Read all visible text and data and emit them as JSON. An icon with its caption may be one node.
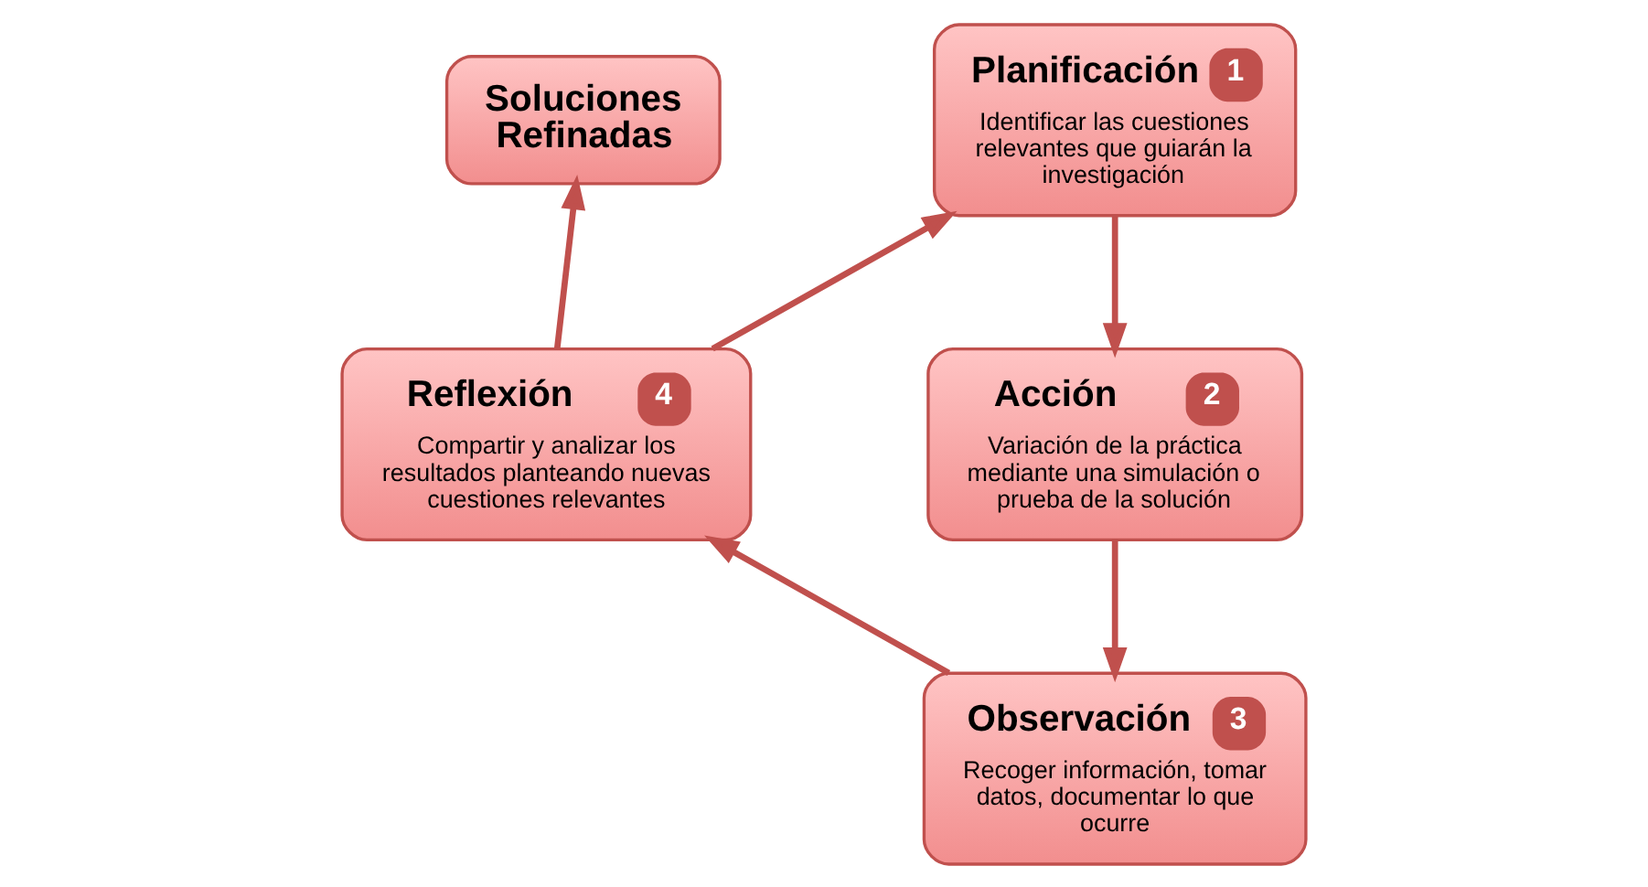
{
  "diagram": {
    "nodes": [
      {
        "text": [
          "Soluciones Refinadas"
        ]
      },
      {
        "text": [
          "Planificación",
          "1",
          "Identificar las cuestiones relevantes que guiarán la investigación"
        ]
      },
      {
        "text": [
          "Acción",
          "2",
          "Variación de la práctica mediante una simulación o prueba de la solución"
        ]
      },
      {
        "text": [
          "Observación",
          "3",
          "Recoger información, tomar datos, documentar lo que ocurre"
        ]
      },
      {
        "text": [
          "Reflexión",
          "4",
          "Compartir y analizar los resultados planteando nuevas cuestiones relevantes"
        ]
      }
    ],
    "edges": [
      {
        "from": 1,
        "to": 2,
        "arrow": "to"
      },
      {
        "from": 2,
        "to": 3,
        "arrow": "to"
      },
      {
        "from": 3,
        "to": 4,
        "arrow": "to"
      },
      {
        "from": 4,
        "to": 1,
        "arrow": "to"
      },
      {
        "from": 4,
        "to": 0,
        "arrow": "to"
      }
    ]
  }
}
